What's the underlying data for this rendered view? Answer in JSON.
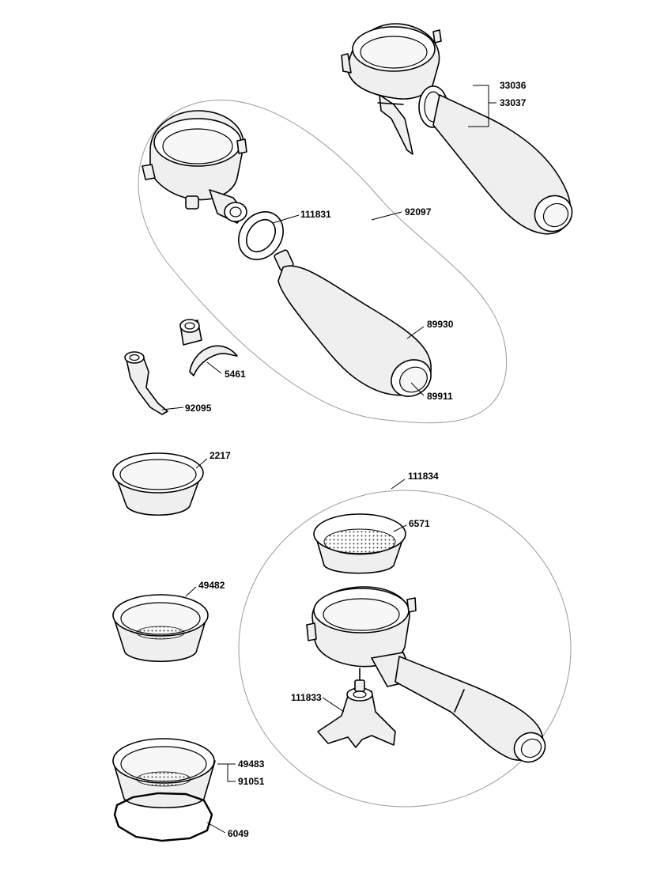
{
  "parts": {
    "p33036": "33036",
    "p33037": "33037",
    "p92097": "92097",
    "p111831": "111831",
    "p89930": "89930",
    "p89911": "89911",
    "p5461": "5461",
    "p92095": "92095",
    "p2217": "2217",
    "p111834": "111834",
    "p6571": "6571",
    "p49482": "49482",
    "p111833": "111833",
    "p49483": "49483",
    "p91051": "91051",
    "p6049": "6049"
  }
}
